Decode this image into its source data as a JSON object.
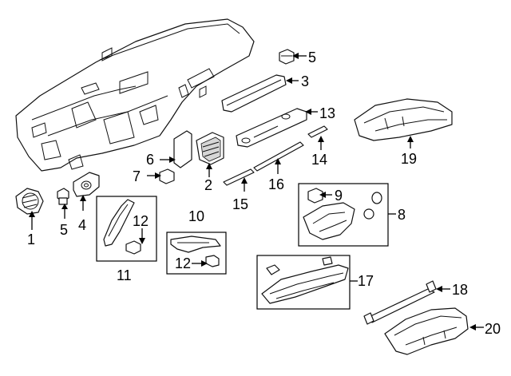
{
  "callouts": {
    "c1": "1",
    "c2": "2",
    "c3": "3",
    "c4": "4",
    "c5a": "5",
    "c5b": "5",
    "c6": "6",
    "c7": "7",
    "c8": "8",
    "c9": "9",
    "c10": "10",
    "c11": "11",
    "c12a": "12",
    "c12b": "12",
    "c13": "13",
    "c14": "14",
    "c15": "15",
    "c16": "16",
    "c17": "17",
    "c18": "18",
    "c19": "19",
    "c20": "20"
  },
  "colors": {
    "line": "#111111",
    "shade": "#d6d6d6",
    "background": "#ffffff"
  }
}
